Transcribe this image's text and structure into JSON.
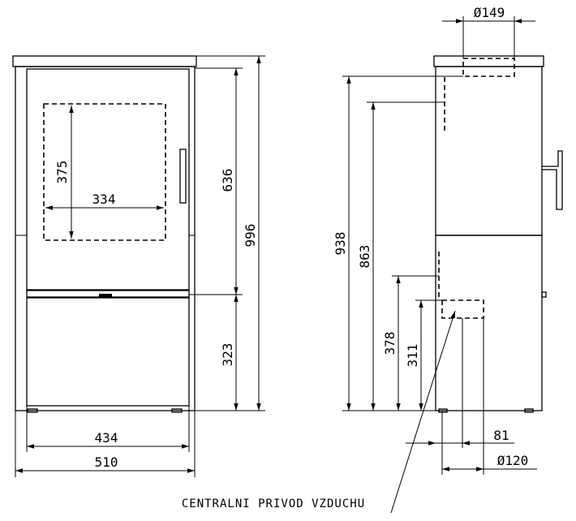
{
  "front_view": {
    "dims": {
      "glass_height": "375",
      "glass_width": "334",
      "door_height": "636",
      "total_height": "996",
      "base_height": "323",
      "inner_width": "434",
      "outer_width": "510"
    }
  },
  "side_view": {
    "dims": {
      "flue_diameter": "Ø149",
      "flue_top_height": "938",
      "flue_back_height": "863",
      "air_inlet_height_top": "378",
      "air_inlet_height": "311",
      "air_inlet_offset": "81",
      "air_inlet_diameter": "Ø120"
    }
  },
  "caption": "CENTRALNI PRIVOD VZDUCHU"
}
